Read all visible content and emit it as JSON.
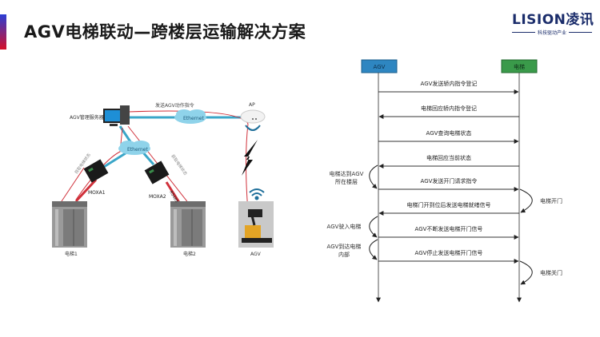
{
  "header": {
    "title": "AGV电梯联动—跨楼层运输解决方案",
    "accent_colors": [
      "#2a3ed6",
      "#d50f28"
    ]
  },
  "logo": {
    "brand": "LISION凌讯",
    "tagline": "科技驱动产业",
    "color": "#1b2d6b"
  },
  "network_diagram": {
    "server_label": "AGV管理服务器",
    "command_label": "发送AGV动作指令",
    "ethernet_top": "Ethernet",
    "ethernet_mid": "Ethernet",
    "ap_label": "AP",
    "moxa1_label": "MOXA1",
    "moxa2_label": "MOXA2",
    "rs485_label": "RS485",
    "status_left": "获取电梯状态",
    "status_right": "获取电梯状态",
    "elevator1_label": "电梯1",
    "elevator2_label": "电梯2",
    "agv_label": "AGV",
    "colors": {
      "ethernet_line": "#3aa6c8",
      "signal_line": "#d0303a",
      "cloud": "#8fd3ea"
    }
  },
  "sequence_diagram": {
    "actors": [
      {
        "label": "AGV",
        "color": "#2e86c1"
      },
      {
        "label": "电梯",
        "color": "#3a9a4a"
      }
    ],
    "messages": [
      {
        "text": "AGV发送轿内指令登记",
        "direction": "right"
      },
      {
        "text": "电梯回应轿内指令登记",
        "direction": "left"
      },
      {
        "text": "AGV查询电梯状态",
        "direction": "right"
      },
      {
        "text": "电梯回应当前状态",
        "direction": "left"
      },
      {
        "text": "AGV发送开门请求指令",
        "direction": "right"
      },
      {
        "text": "电梯门开到位后发送电梯就绪信号",
        "direction": "left"
      },
      {
        "text": "AGV不断发送电梯开门信号",
        "direction": "right"
      },
      {
        "text": "AGV停止发送电梯开门信号",
        "direction": "right"
      }
    ],
    "left_notes": [
      {
        "line1": "电梯达到AGV",
        "line2": "所在楼层"
      },
      {
        "line1": "AGV驶入电梯",
        "line2": ""
      },
      {
        "line1": "AGV到达电梯",
        "line2": "内部"
      }
    ],
    "right_notes": [
      {
        "text": "电梯开门"
      },
      {
        "text": "电梯关门"
      }
    ]
  }
}
